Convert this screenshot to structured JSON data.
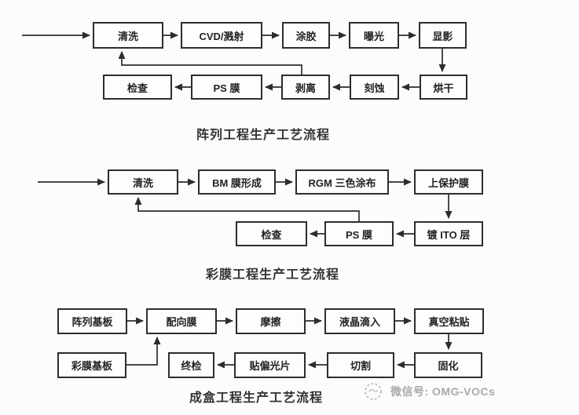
{
  "colors": {
    "line": "#2d2d2d",
    "box-border": "#2d2d2d",
    "box-fill": "#fdfdfd",
    "text": "#222222",
    "title": "#333333",
    "footer": "#a9a9a9",
    "bg": "#fcfcfc"
  },
  "charts": [
    {
      "title": "阵列工程生产工艺流程",
      "nodes": [
        {
          "label": "清洗"
        },
        {
          "label": "CVD/溅射"
        },
        {
          "label": "涂胶"
        },
        {
          "label": "曝光"
        },
        {
          "label": "显影"
        },
        {
          "label": "烘干"
        },
        {
          "label": "刻蚀"
        },
        {
          "label": "剥离"
        },
        {
          "label": "PS 膜"
        },
        {
          "label": "检查"
        }
      ],
      "edges": [
        [
          "入口",
          "清洗"
        ],
        [
          "清洗",
          "CVD/溅射"
        ],
        [
          "CVD/溅射",
          "涂胶"
        ],
        [
          "涂胶",
          "曝光"
        ],
        [
          "曝光",
          "显影"
        ],
        [
          "显影",
          "烘干"
        ],
        [
          "烘干",
          "刻蚀"
        ],
        [
          "刻蚀",
          "剥离"
        ],
        [
          "剥离",
          "PS 膜"
        ],
        [
          "PS 膜",
          "检查"
        ],
        [
          "剥离",
          "清洗"
        ]
      ]
    },
    {
      "title": "彩膜工程生产工艺流程",
      "nodes": [
        {
          "label": "清洗"
        },
        {
          "label": "BM 膜形成"
        },
        {
          "label": "RGM 三色涂布"
        },
        {
          "label": "上保护膜"
        },
        {
          "label": "镀 ITO 层"
        },
        {
          "label": "PS 膜"
        },
        {
          "label": "检查"
        }
      ],
      "edges": [
        [
          "入口",
          "清洗"
        ],
        [
          "清洗",
          "BM 膜形成"
        ],
        [
          "BM 膜形成",
          "RGM 三色涂布"
        ],
        [
          "RGM 三色涂布",
          "上保护膜"
        ],
        [
          "上保护膜",
          "镀 ITO 层"
        ],
        [
          "镀 ITO 层",
          "PS 膜"
        ],
        [
          "PS 膜",
          "检查"
        ],
        [
          "PS 膜",
          "清洗"
        ]
      ]
    },
    {
      "title": "成盒工程生产工艺流程",
      "nodes": [
        {
          "label": "阵列基板"
        },
        {
          "label": "配向膜"
        },
        {
          "label": "摩擦"
        },
        {
          "label": "液晶滴入"
        },
        {
          "label": "真空粘贴"
        },
        {
          "label": "固化"
        },
        {
          "label": "切割"
        },
        {
          "label": "贴偏光片"
        },
        {
          "label": "终检"
        },
        {
          "label": "彩膜基板"
        }
      ],
      "edges": [
        [
          "阵列基板",
          "配向膜"
        ],
        [
          "配向膜",
          "摩擦"
        ],
        [
          "摩擦",
          "液晶滴入"
        ],
        [
          "液晶滴入",
          "真空粘贴"
        ],
        [
          "真空粘贴",
          "固化"
        ],
        [
          "固化",
          "切割"
        ],
        [
          "切割",
          "贴偏光片"
        ],
        [
          "贴偏光片",
          "终检"
        ],
        [
          "彩膜基板",
          "配向膜"
        ]
      ]
    }
  ],
  "footer": {
    "wechat_label": "微信号: OMG-VOCs",
    "icon": "wechat-stamp"
  }
}
